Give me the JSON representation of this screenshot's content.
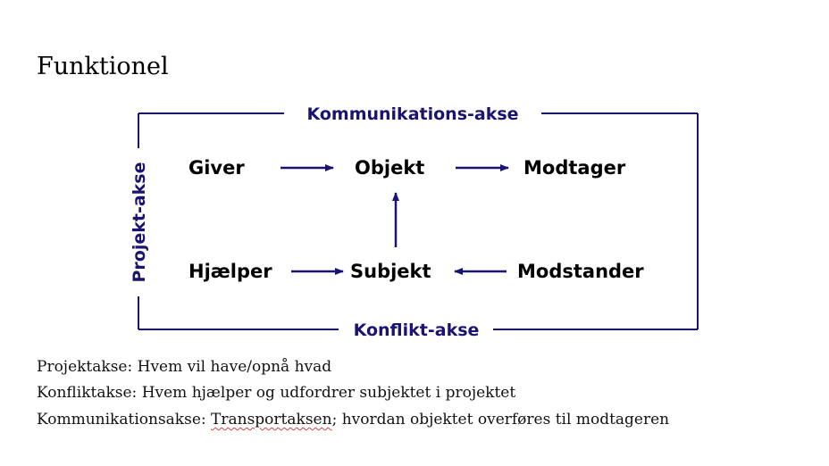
{
  "heading": "Funktionel",
  "colors": {
    "axis": "#1a1470",
    "node_text": "#000000",
    "spellcheck_underline": "#d04040"
  },
  "diagram": {
    "axes": {
      "top": "Kommunikations-akse",
      "bottom": "Konflikt-akse",
      "left": "Projekt-akse"
    },
    "nodes": {
      "giver": "Giver",
      "objekt": "Objekt",
      "modtager": "Modtager",
      "hjaelper": "Hjælper",
      "subjekt": "Subjekt",
      "modstander": "Modstander"
    }
  },
  "descriptions": {
    "projekt": "Projektakse: Hvem vil have/opnå hvad",
    "konflikt": "Konfliktakse: Hvem hjælper og udfordrer subjektet i projektet",
    "kommunikation_prefix": "Kommunikationsakse: ",
    "kommunikation_underlined": "Transportaksen",
    "kommunikation_suffix": "; hvordan objektet overføres til modtageren"
  }
}
